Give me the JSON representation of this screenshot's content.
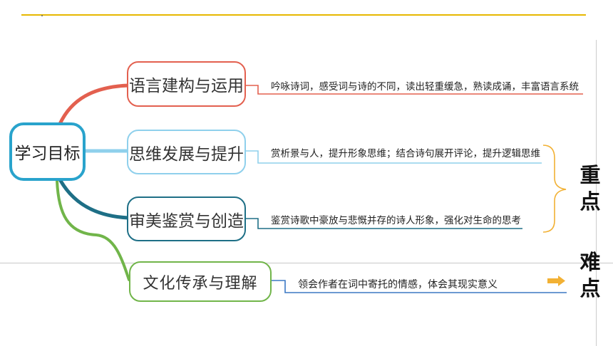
{
  "diagram": {
    "root": {
      "label": "学习目标"
    },
    "branches": [
      {
        "label": "语言建构与运用",
        "desc": "吟咏诗词，感受词与诗的不同，读出轻重缓急，熟读成诵，丰富语言系统",
        "color": "#e3604f"
      },
      {
        "label": "思维发展与提升",
        "desc": "赏析景与人，提升形象思维；结合诗句展开评论，提升逻辑思维",
        "color": "#8fd0ec"
      },
      {
        "label": "审美鉴赏与创造",
        "desc": "鉴赏诗歌中豪放与悲慨并存的诗人形象，强化对生命的思考",
        "color": "#1e6f86"
      },
      {
        "label": "文化传承与理解",
        "desc": "领会作者在词中寄托的情感，体会其现实意义",
        "color": "#71b54a"
      }
    ],
    "markers": {
      "key_point": [
        "重",
        "点"
      ],
      "difficult_point": [
        "难",
        "点"
      ]
    },
    "colors": {
      "root_border": "#29a3cc",
      "brace": "#f2b134",
      "arrow": "#f2b134",
      "top_rule": "#e6b800"
    }
  }
}
